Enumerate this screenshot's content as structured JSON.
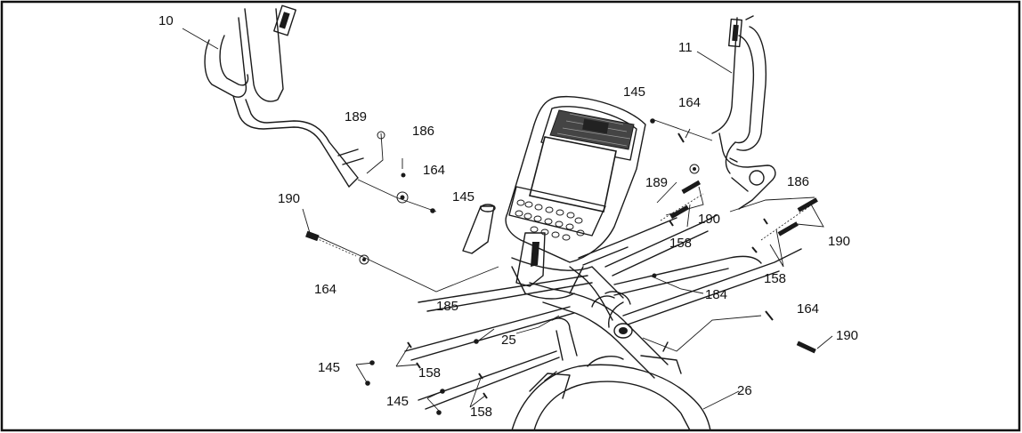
{
  "colors": {
    "line": "#1a1a1a",
    "border": "#111111",
    "background": "#ffffff"
  },
  "callouts": {
    "c10": "10",
    "c11": "11",
    "c145_a": "145",
    "c164_a": "164",
    "c189_a": "189",
    "c186_a": "186",
    "c164_b": "164",
    "c145_b": "145",
    "c190_a": "190",
    "c164_c": "164",
    "c189_b": "189",
    "c186_b": "186",
    "c190_b": "190",
    "c158_a": "158",
    "c190_c": "190",
    "c158_b": "158",
    "c184": "184",
    "c185": "185",
    "c25": "25",
    "c145_c": "145",
    "c158_c": "158",
    "c164_d": "164",
    "c190_d": "190",
    "c145_d": "145",
    "c158_d": "158",
    "c26": "26"
  }
}
